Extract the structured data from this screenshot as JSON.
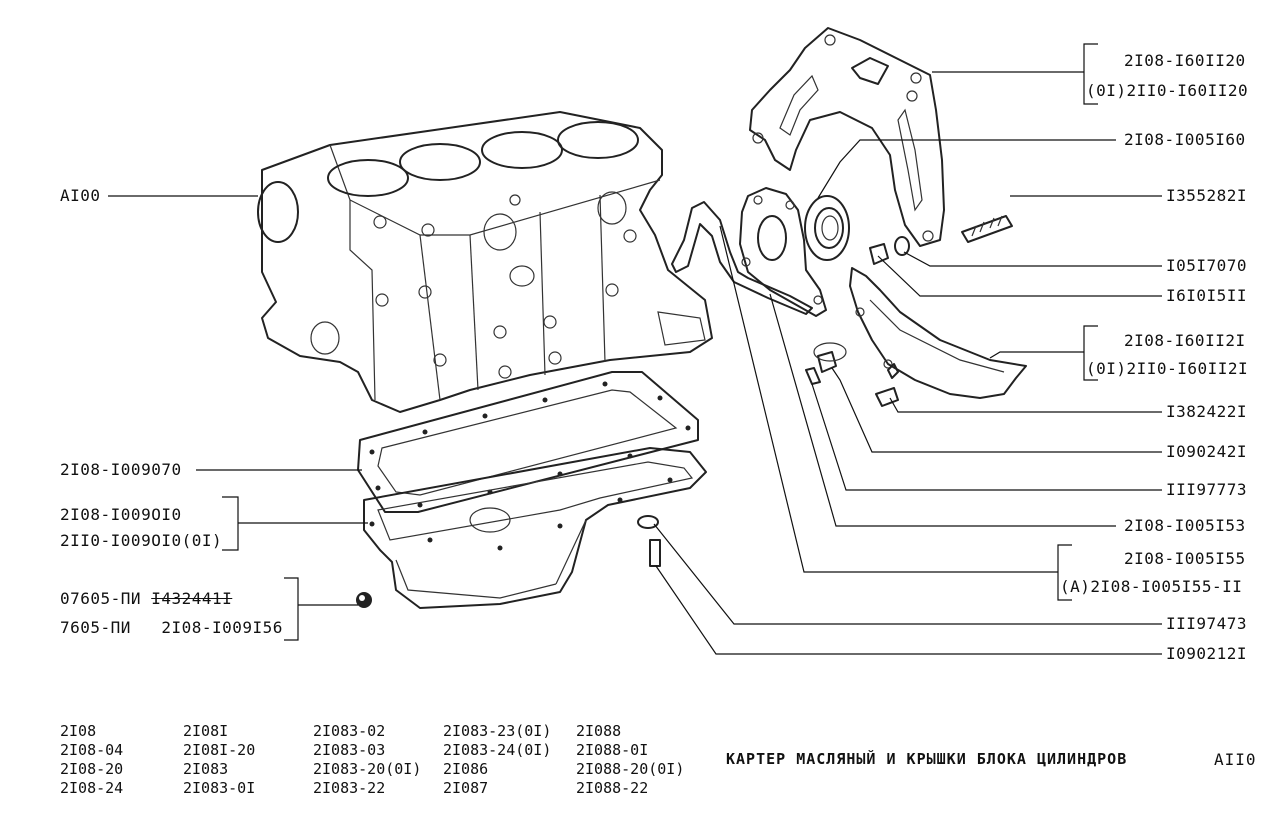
{
  "labels_left": {
    "block": "AI00",
    "gasket": "2I08-I009070",
    "pan_1": "2I08-I009OI0",
    "pan_2": "2II0-I009OI0(0I)",
    "plug_1a": "07605-ПИ",
    "plug_1b": "I432441I",
    "plug_2a": "7605-ПИ",
    "plug_2b": "2I08-I009I56"
  },
  "labels_right": {
    "bracket_1": "2I08-I60II20",
    "bracket_2": "(0I)2II0-I60II20",
    "seal": "2I08-I005I60",
    "pin": "I355282I",
    "washer": "I05I7070",
    "nut": "I6I0I5II",
    "cover_1": "2I08-I60II2I",
    "cover_2": "(0I)2II0-I60II2I",
    "bolt_a": "I382422I",
    "bolt_b": "I090242I",
    "washer_b": "III97773",
    "holder": "2I08-I005I53",
    "gasket_r1": "2I08-I005I55",
    "gasket_r2": "(A)2I08-I005I55-II",
    "washer_c": "III97473",
    "bolt_c": "I090212I"
  },
  "models": [
    [
      "2I08",
      "2I08-04",
      "2I08-20",
      "2I08-24"
    ],
    [
      "2I08I",
      "2I08I-20",
      "2I083",
      "2I083-0I"
    ],
    [
      "2I083-02",
      "2I083-03",
      "2I083-20(0I)",
      "2I083-22"
    ],
    [
      "2I083-23(0I)",
      "2I083-24(0I)",
      "2I086",
      "2I087"
    ],
    [
      "2I088",
      "2I088-0I",
      "2I088-20(0I)",
      "2I088-22"
    ]
  ],
  "footer": {
    "title": "КАРТЕР МАСЛЯНЫЙ И КРЫШКИ БЛОКА ЦИЛИНДРОВ",
    "code": "AII0"
  }
}
